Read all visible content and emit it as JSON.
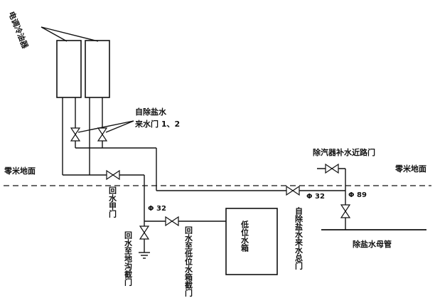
{
  "labels": {
    "cooler": "电调冷油器",
    "ground_left": "零米地面",
    "ground_right": "零米地面",
    "inlet_valves": [
      "自除盐水",
      "来水门 1、2"
    ],
    "return_main": "回水甲门",
    "phi32_left": "Φ 32",
    "phi32_right": "Φ 32",
    "phi89": "Φ 89",
    "return_trench": "回水至地沟截门",
    "return_tank": "回水至低位水箱截门",
    "tank": "低位水箱",
    "deaerator": "除汽器补水近路门",
    "demin_inlet": "自除盐水来水总门",
    "header": "除盐水母管"
  }
}
